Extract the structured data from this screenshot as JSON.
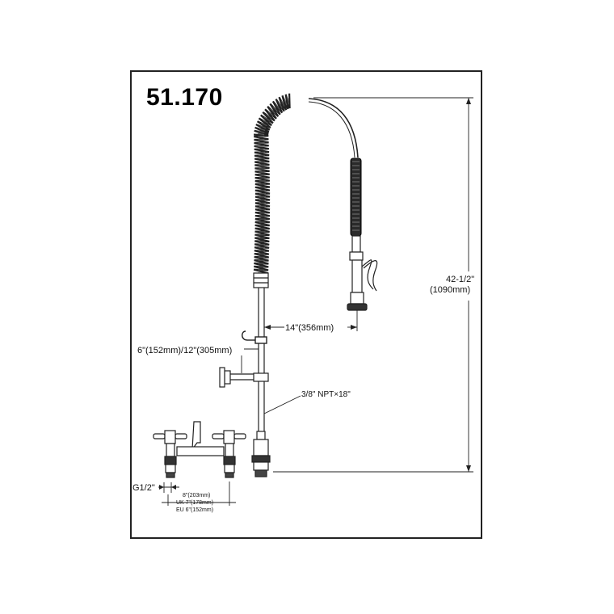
{
  "model_number": "51.170",
  "dimensions": {
    "height_in": "42-1/2\"",
    "height_mm": "(1090mm)",
    "reach": "14\"(356mm)",
    "wall_bracket": "6\"(152mm)/12\"(305mm)",
    "riser": "3/8\" NPT×18\"",
    "inlet_thread": "G1/2\"",
    "centers_us": "8\"(203mm)",
    "centers_uk": "UK 7\"(178mm)",
    "centers_eu": "EU 6\"(152mm)"
  },
  "colors": {
    "line": "#222222",
    "background": "#ffffff"
  }
}
